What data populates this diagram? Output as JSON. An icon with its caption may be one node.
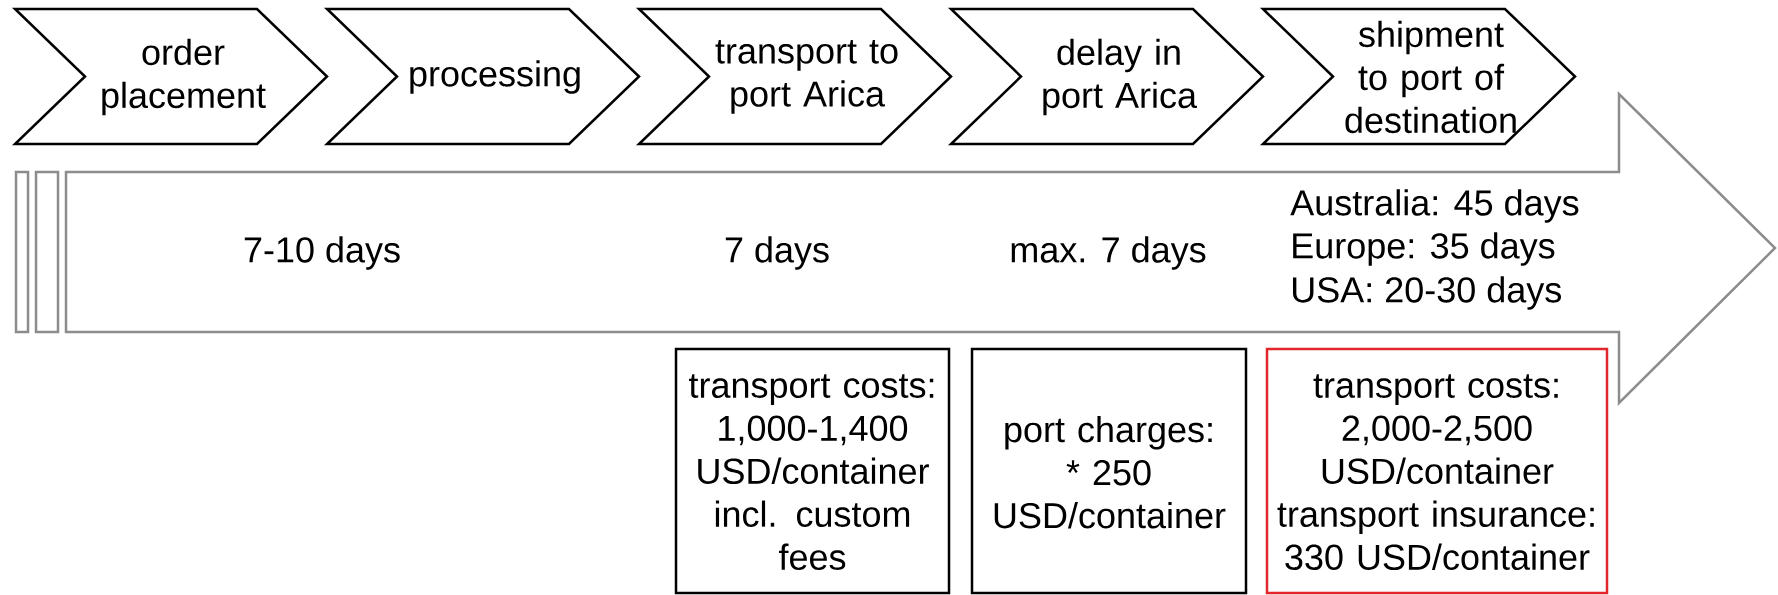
{
  "diagram": {
    "nodes": [
      {
        "text": [
          "order placement"
        ]
      },
      {
        "text": [
          "processing"
        ]
      },
      {
        "text": [
          "transport to port Arica"
        ]
      },
      {
        "text": [
          "delay in port Arica"
        ]
      },
      {
        "text": [
          "shipment to port of destination"
        ]
      },
      {
        "text": [
          "7-10 days",
          "7 days",
          "max. 7 days",
          "Australia: 45 days",
          "Europe: 35 days",
          "USA: 20-30 days"
        ]
      },
      {
        "text": [
          "transport costs: 1,000-1,400 USD/container incl. custom fees"
        ]
      },
      {
        "text": [
          "port charges: * 250 USD/container"
        ]
      },
      {
        "text": [
          "transport costs: 2,000-2,500 USD/container",
          "transport insurance: 330 USD/container"
        ]
      }
    ],
    "edges": []
  }
}
